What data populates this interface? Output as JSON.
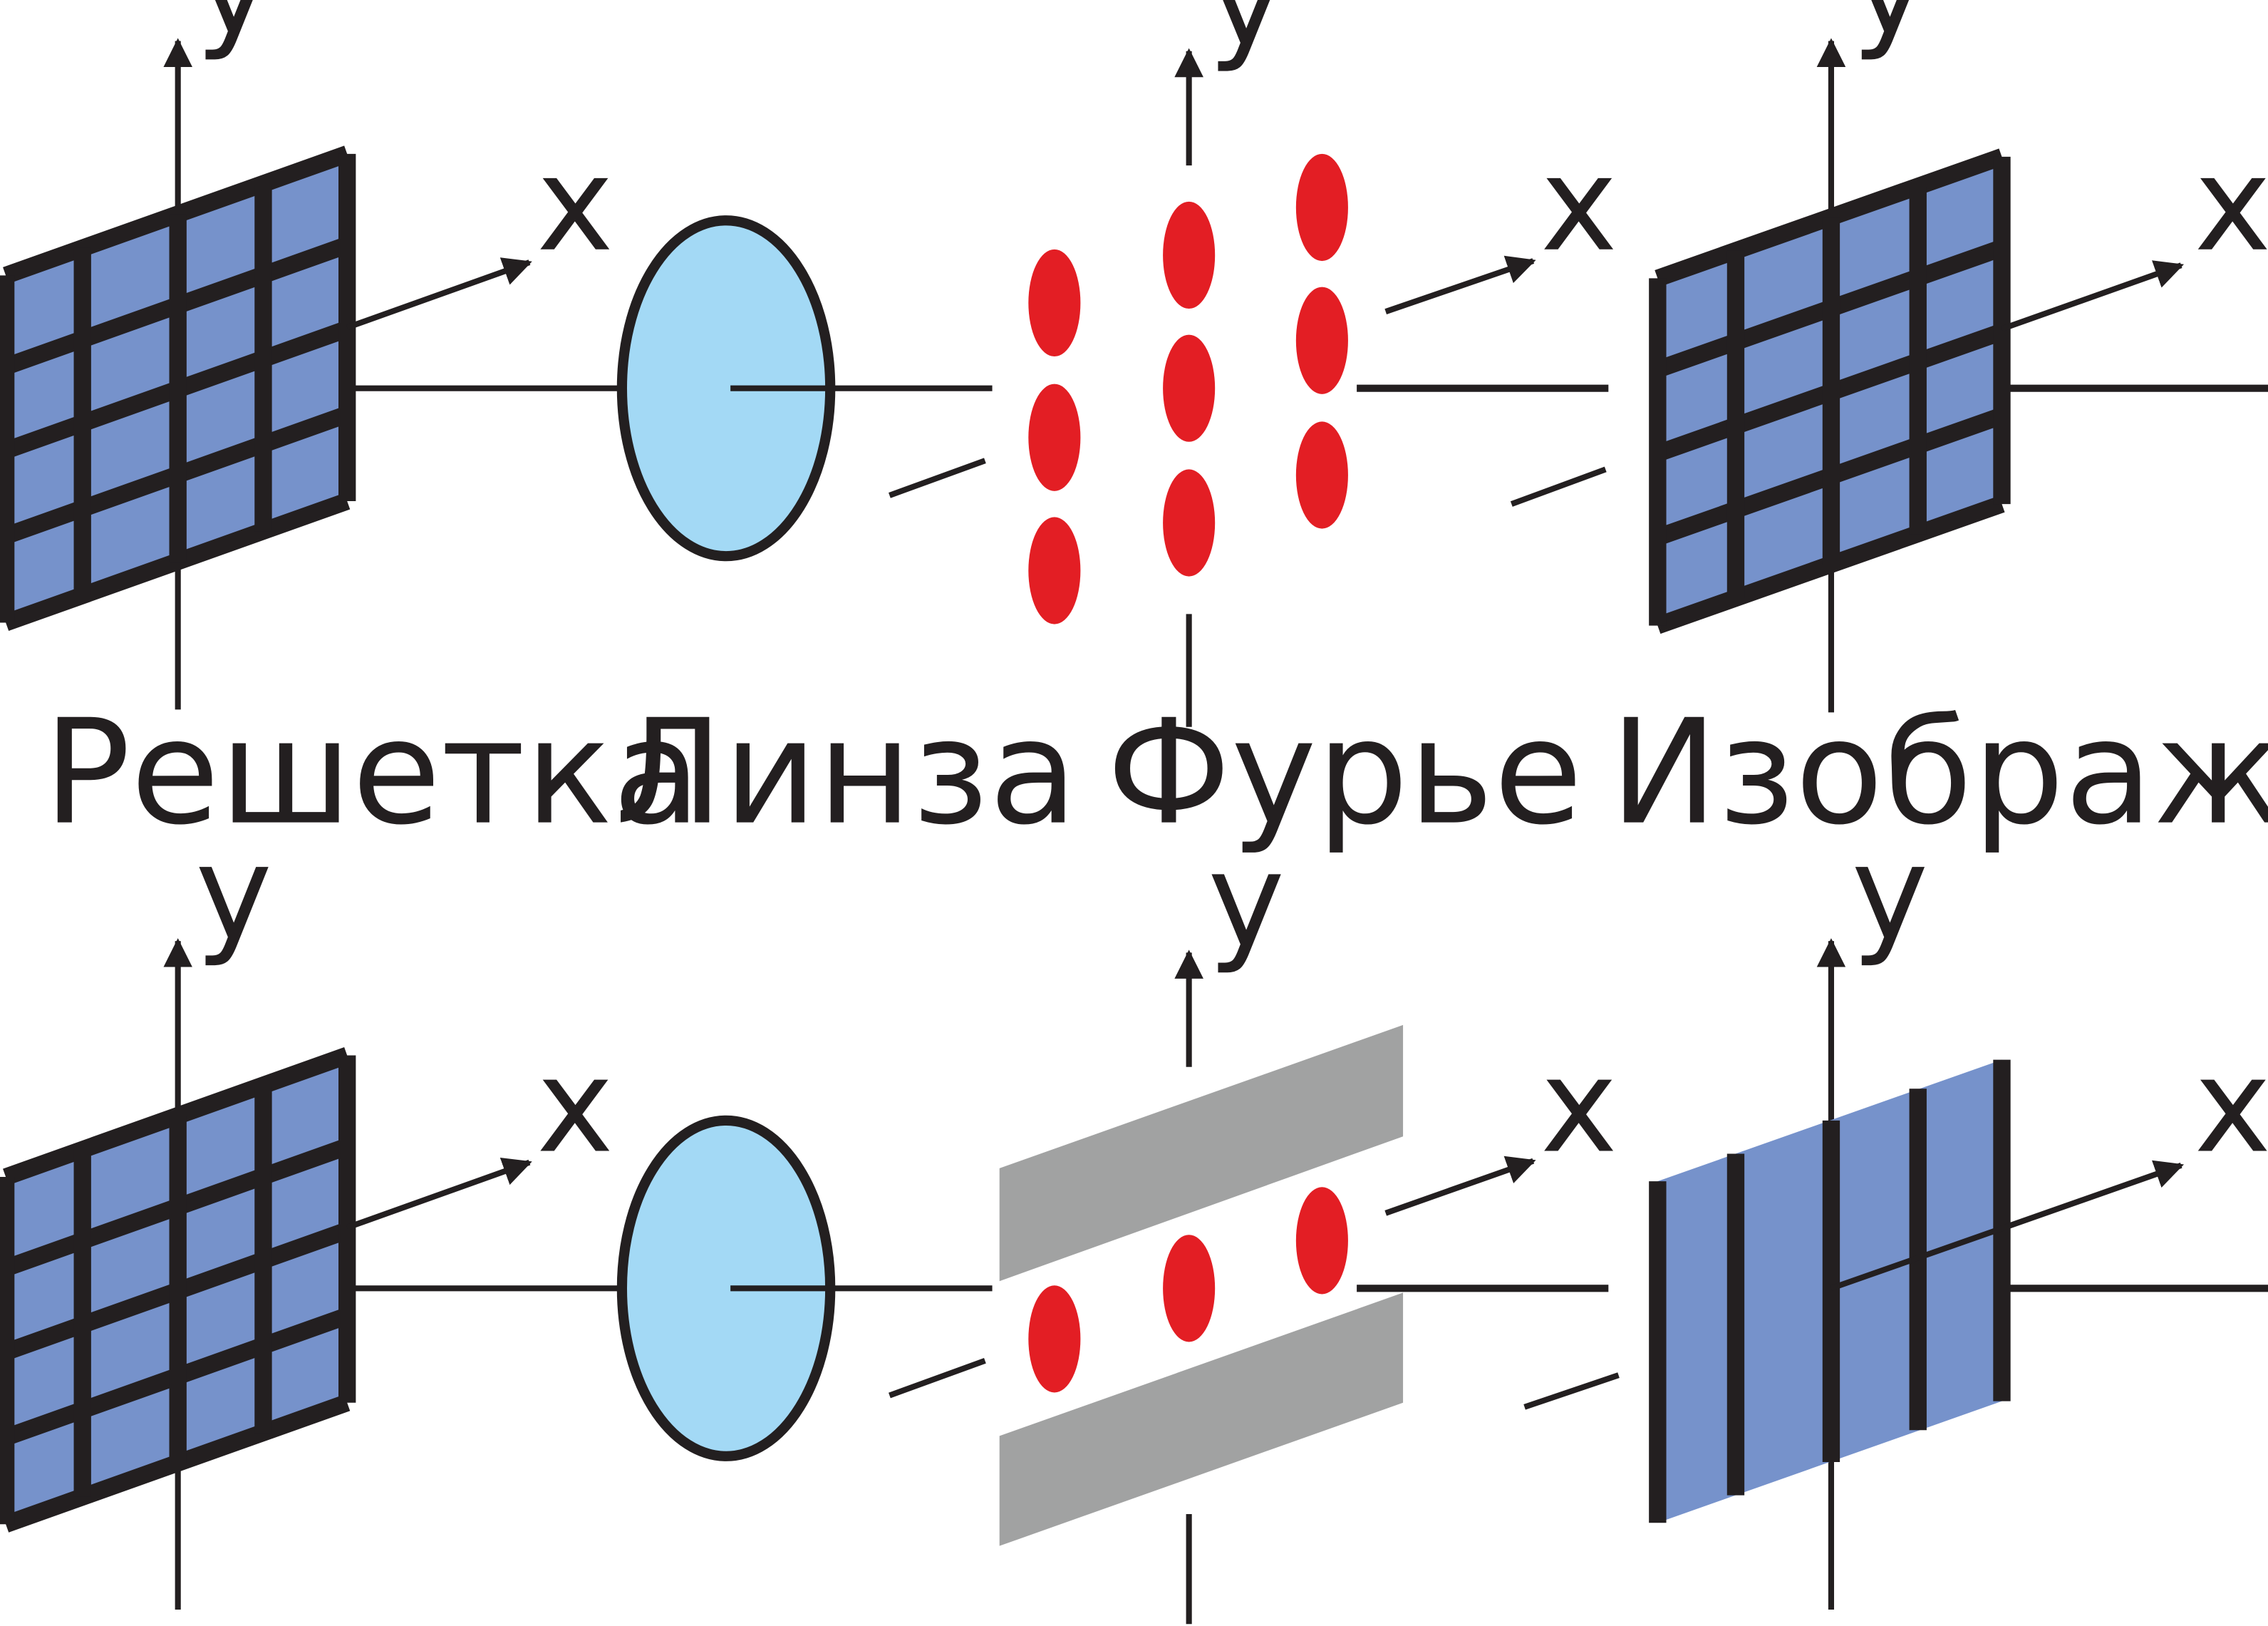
{
  "colors": {
    "panel": "#7692cb",
    "lens": "#a3d9f5",
    "spot": "#e31e24",
    "filter_block": "#a1a2a2",
    "line": "#231f20"
  },
  "axes": {
    "x_label": "x",
    "y_label": "y"
  },
  "captions": {
    "grating": "Решетка",
    "lens": "Линза",
    "fourier": "Фурье",
    "image": "Изображение"
  },
  "rows": [
    {
      "id": "top",
      "filter": false,
      "spot_columns": [
        3,
        3,
        3
      ],
      "image_pattern": "grid"
    },
    {
      "id": "bottom",
      "filter": true,
      "spot_columns": [
        1,
        1,
        1
      ],
      "image_pattern": "vertical-lines"
    }
  ]
}
